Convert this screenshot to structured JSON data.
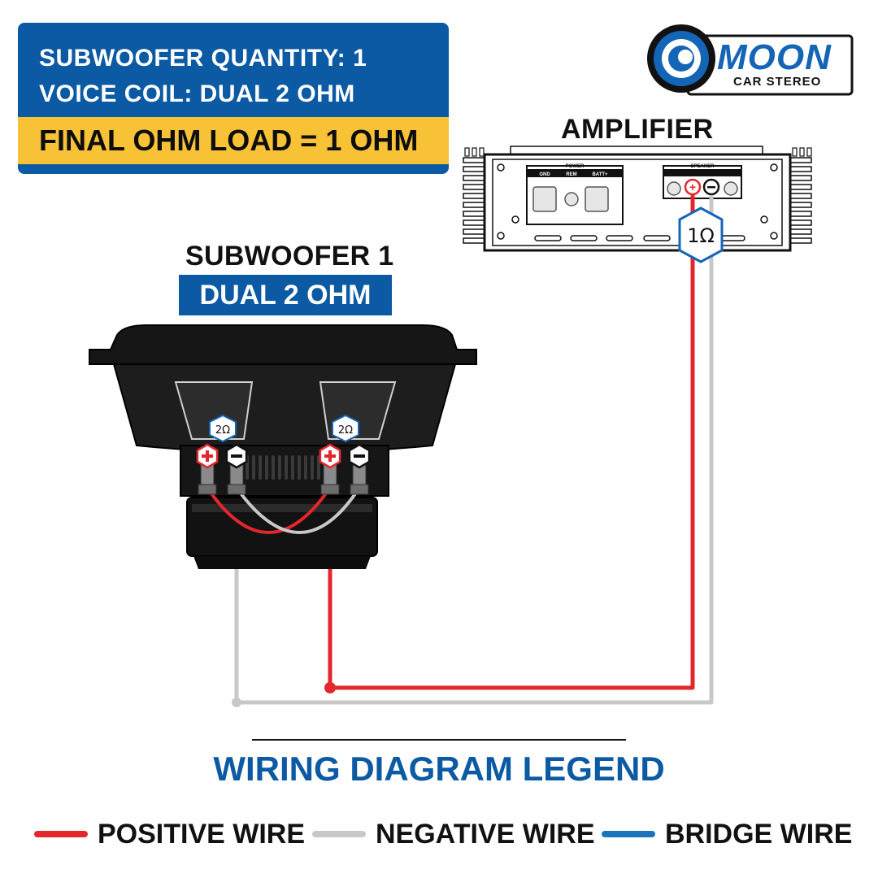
{
  "info": {
    "quantity_line": "SUBWOOFER QUANTITY: 1",
    "voice_coil_line": "VOICE COIL: DUAL 2 OHM",
    "final_load_line": "FINAL OHM LOAD = 1 OHM"
  },
  "logo": {
    "word": "MOON",
    "sub": "CAR STEREO"
  },
  "amplifier": {
    "title": "AMPLIFIER",
    "power_label": "POWER",
    "power_terminals": [
      "GND",
      "REM",
      "BATT+"
    ],
    "speaker_label": "SPEAKER",
    "load_badge": "1Ω"
  },
  "subwoofer": {
    "title": "SUBWOOFER 1",
    "rating": "DUAL 2 OHM",
    "coil_badges": [
      "2Ω",
      "2Ω"
    ]
  },
  "legend": {
    "title": "WIRING DIAGRAM LEGEND",
    "items": [
      {
        "label": "POSITIVE WIRE",
        "color": "#e4262d"
      },
      {
        "label": "NEGATIVE WIRE",
        "color": "#c8c8c8"
      },
      {
        "label": "BRIDGE WIRE",
        "color": "#1b75bb"
      }
    ]
  },
  "colors": {
    "blue": "#0b5aa3",
    "yellow": "#f7c236",
    "positive": "#e4262d",
    "negative": "#c8c8c8"
  }
}
